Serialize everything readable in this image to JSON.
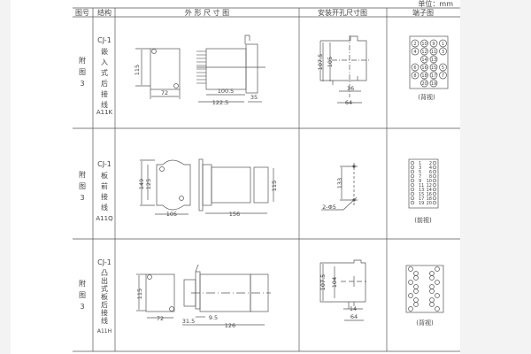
{
  "unit": "单位：mm",
  "header": {
    "fig_no": "图号",
    "structure": "结构",
    "outline": "外 形 尺 寸 图",
    "cutout": "安装开孔尺寸图",
    "terminal": "端子图"
  },
  "rows": [
    {
      "fig": [
        "附",
        "图",
        "3"
      ],
      "model": "CJ-1",
      "structure_chars": [
        "嵌",
        "入",
        "式",
        "后",
        "接",
        "线"
      ],
      "code": "A11K",
      "dims": {
        "h": "115",
        "w": "72",
        "depth": "100.5",
        "total": "122.5",
        "flange": "35"
      },
      "cutout": {
        "h1": "107.5",
        "h2": "105",
        "w1": "16",
        "w2": "64"
      },
      "terminals": [
        [
          "2",
          "10",
          "9",
          "1"
        ],
        [
          "4",
          "12",
          "11",
          "3"
        ],
        [
          "",
          "14",
          "13",
          ""
        ],
        [
          "6",
          "16",
          "15",
          "5"
        ],
        [
          "8",
          "18",
          "17",
          "7"
        ],
        [
          "",
          "20",
          "19",
          ""
        ]
      ],
      "view": "(背视)"
    },
    {
      "fig": [
        "附",
        "图",
        "3"
      ],
      "model": "CJ-1",
      "structure_chars": [
        "板",
        "前",
        "接",
        "线"
      ],
      "code": "A11Q",
      "dims": {
        "h1": "149",
        "h2": "125",
        "w": "105",
        "depth": "156",
        "h3": "115"
      },
      "cutout": {
        "h": "133",
        "hole": "2-Φ5"
      },
      "terminals_left": [
        "1",
        "3",
        "5",
        "7",
        "9",
        "11",
        "13",
        "15",
        "17",
        "19"
      ],
      "terminals_right": [
        "2",
        "4",
        "6",
        "8",
        "10",
        "12",
        "14",
        "16",
        "18",
        "20"
      ],
      "view": "(前视)"
    },
    {
      "fig": [
        "附",
        "图",
        "3"
      ],
      "model": "CJ-1",
      "structure_chars": [
        "凸",
        "出",
        "式",
        "板",
        "后",
        "接",
        "线"
      ],
      "code": "A11H",
      "dims": {
        "h": "115",
        "w": "72",
        "d1": "31.5",
        "d2": "9.5",
        "depth": "126"
      },
      "cutout": {
        "h1": "107.5",
        "h2": "104",
        "w1": "14",
        "w2": "64"
      },
      "view": "(背视)"
    }
  ]
}
